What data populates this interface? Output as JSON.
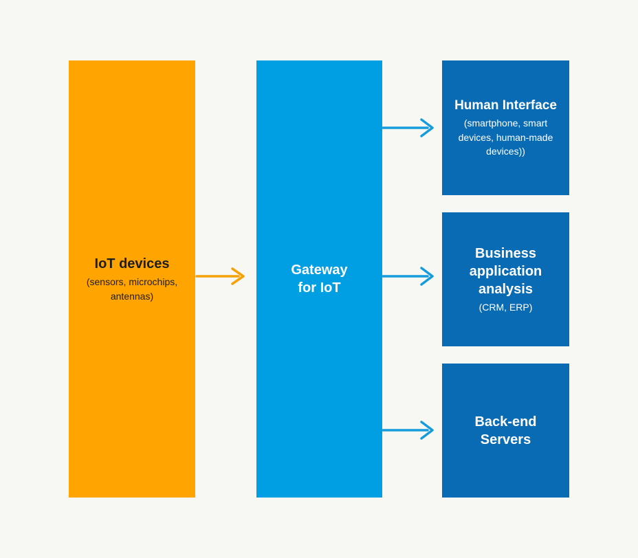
{
  "colors": {
    "background": "#f7f7f4",
    "orange": "#ffa400",
    "light_blue": "#009fe3",
    "dark_blue": "#0a6bb5",
    "arrow_orange": "#f5a208",
    "arrow_blue": "#169cdb",
    "text_dark": "#1d1d1b",
    "text_light": "#ffffff"
  },
  "diagram": {
    "iot_devices": {
      "title": "IoT devices",
      "subtitle": "(sensors, microchips,\nantennas)"
    },
    "gateway": {
      "title": "Gateway\nfor IoT"
    },
    "outputs": [
      {
        "title": "Human Interface",
        "subtitle": "(smartphone, smart\ndevices, human-made\ndevices))"
      },
      {
        "title": "Business\napplication\nanalysis",
        "subtitle": "(CRM, ERP)"
      },
      {
        "title": "Back-end\nServers",
        "subtitle": ""
      }
    ]
  }
}
